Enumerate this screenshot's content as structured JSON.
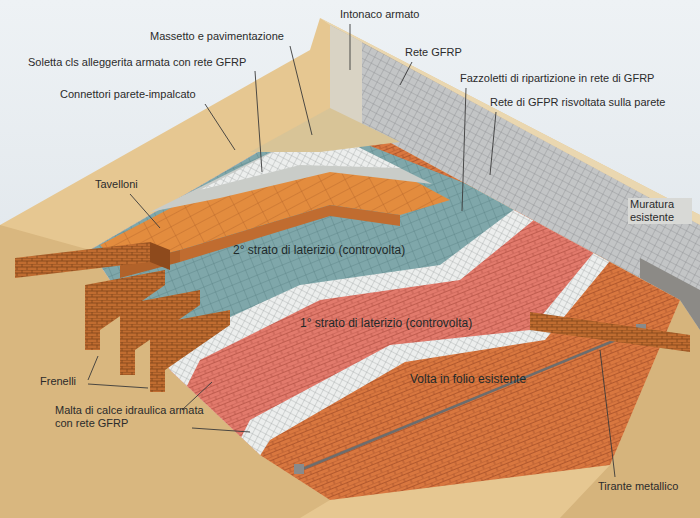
{
  "diagram": {
    "labels": [
      "Intonaco armato",
      "Massetto e pavimentazione",
      "Rete GFRP",
      "Soletta cls alleggerita armata con rete GFRP",
      "Fazzoletti di ripartizione in rete di GFRP",
      "Connettori parete-impalcato",
      "Rete di GFPR risvoltata sulla parete",
      "Tavelloni",
      "Muratura esistente",
      "2° strato di laterizio (controvolta)",
      "1° strato di laterizio (controvolta)",
      "Volta in folio esistente",
      "Frenelli",
      "Malta di calce idraulica armata con rete GFRP",
      "Tirante metallico"
    ]
  }
}
